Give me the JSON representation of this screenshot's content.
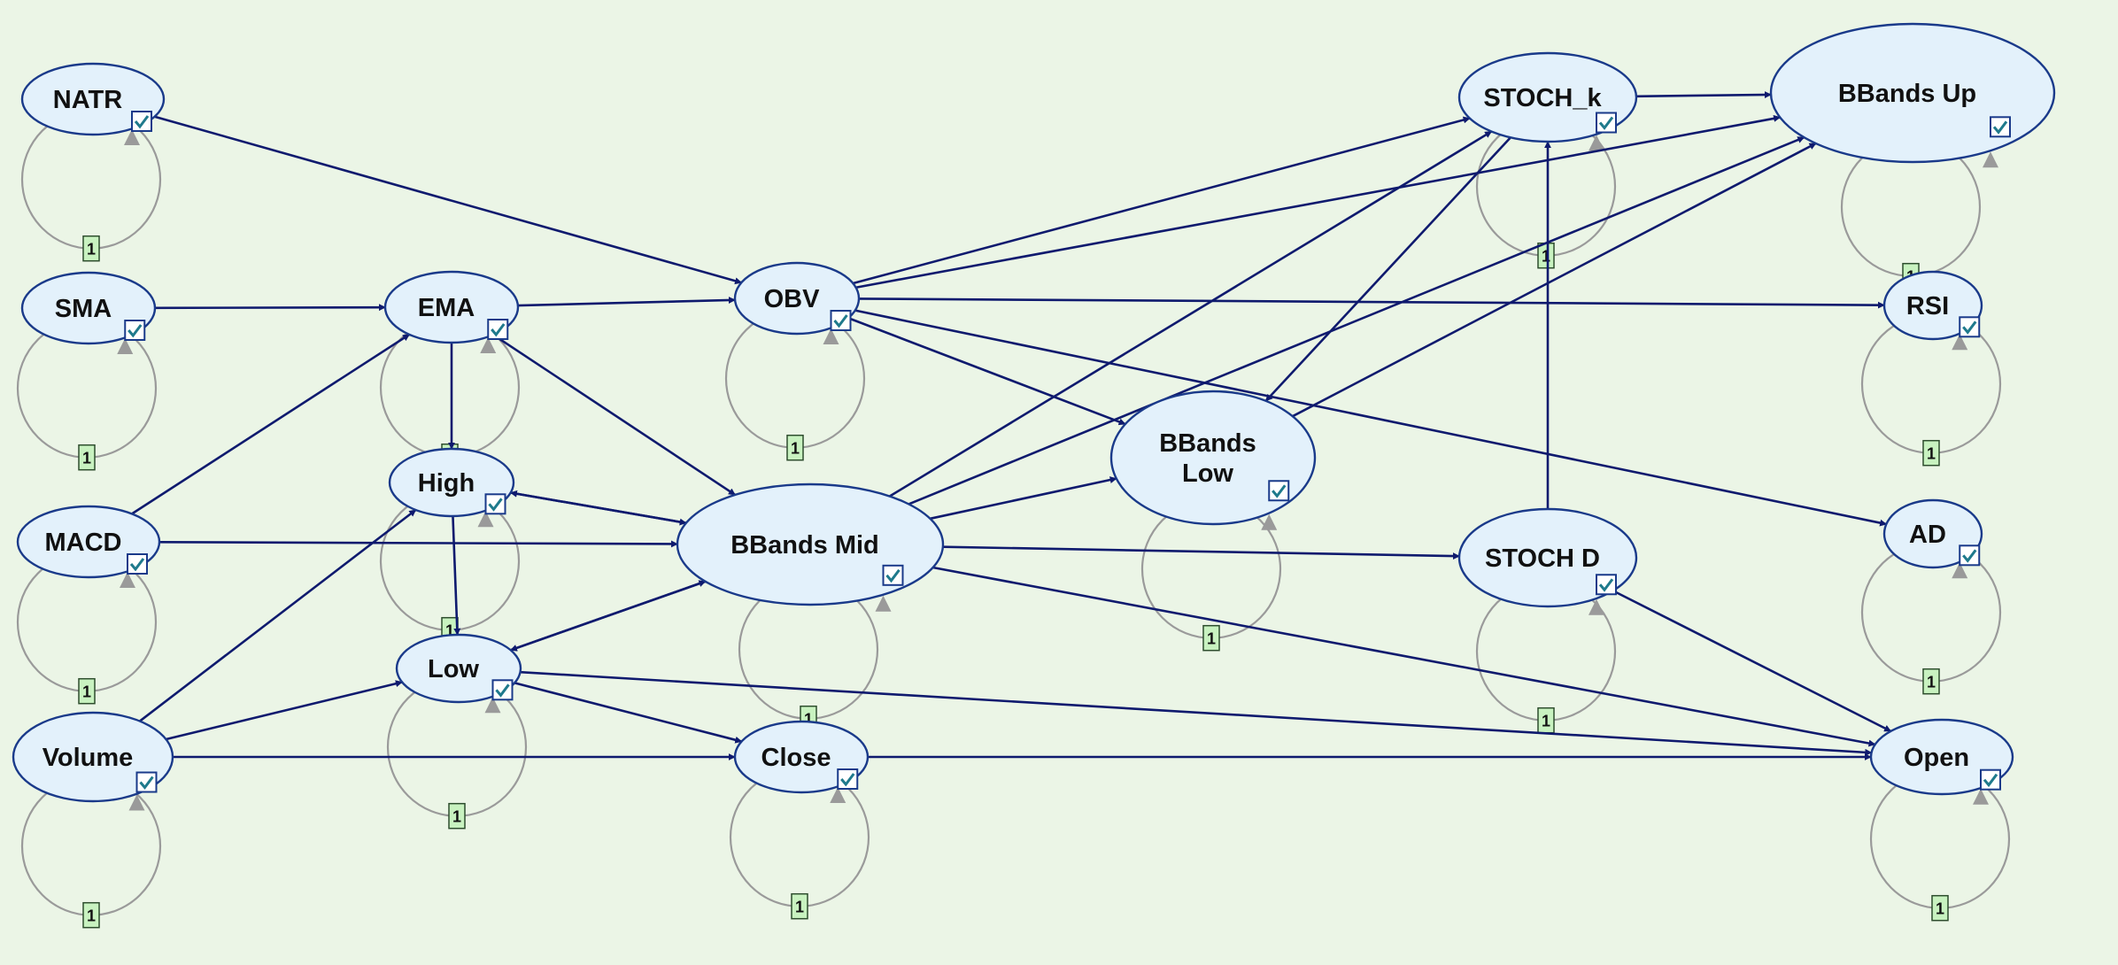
{
  "nodes": [
    {
      "id": "natr",
      "label": "NATR"
    },
    {
      "id": "sma",
      "label": "SMA"
    },
    {
      "id": "macd",
      "label": "MACD"
    },
    {
      "id": "volume",
      "label": "Volume"
    },
    {
      "id": "ema",
      "label": "EMA"
    },
    {
      "id": "high",
      "label": "High"
    },
    {
      "id": "low",
      "label": "Low"
    },
    {
      "id": "obv",
      "label": "OBV"
    },
    {
      "id": "bbmid",
      "label": "BBands Mid"
    },
    {
      "id": "close",
      "label": "Close"
    },
    {
      "id": "bblow",
      "label": "BBands\nLow"
    },
    {
      "id": "stochk",
      "label": "STOCH_k"
    },
    {
      "id": "stochd",
      "label": "STOCH D"
    },
    {
      "id": "bbup",
      "label": "BBands Up"
    },
    {
      "id": "rsi",
      "label": "RSI"
    },
    {
      "id": "ad",
      "label": "AD"
    },
    {
      "id": "open",
      "label": "Open"
    }
  ],
  "edges": [
    [
      "natr",
      "obv"
    ],
    [
      "sma",
      "ema"
    ],
    [
      "ema",
      "obv"
    ],
    [
      "macd",
      "ema"
    ],
    [
      "macd",
      "bbmid"
    ],
    [
      "volume",
      "high"
    ],
    [
      "volume",
      "low"
    ],
    [
      "volume",
      "close"
    ],
    [
      "ema",
      "high"
    ],
    [
      "ema",
      "bbmid"
    ],
    [
      "high",
      "low"
    ],
    [
      "high",
      "bbmid"
    ],
    [
      "bbmid",
      "high"
    ],
    [
      "bbmid",
      "low"
    ],
    [
      "low",
      "bbmid"
    ],
    [
      "low",
      "close"
    ],
    [
      "low",
      "open"
    ],
    [
      "close",
      "open"
    ],
    [
      "obv",
      "stochk"
    ],
    [
      "obv",
      "bbup"
    ],
    [
      "obv",
      "rsi"
    ],
    [
      "obv",
      "bblow"
    ],
    [
      "obv",
      "ad"
    ],
    [
      "bbmid",
      "stochk"
    ],
    [
      "bbmid",
      "bbup"
    ],
    [
      "bbmid",
      "bblow"
    ],
    [
      "bbmid",
      "stochd"
    ],
    [
      "bbmid",
      "open"
    ],
    [
      "stochk",
      "bbup"
    ],
    [
      "stochk",
      "bblow"
    ],
    [
      "bblow",
      "bbup"
    ],
    [
      "stochd",
      "stochk"
    ],
    [
      "stochd",
      "open"
    ]
  ],
  "loop_badge": "1",
  "colors": {
    "background": "#ebf5e6",
    "node_fill": "#e3f1fb",
    "node_stroke": "#1a3a8a",
    "edge": "#0f1a6e",
    "loop": "#9a9a9a",
    "badge_fill": "#c8f2c0"
  }
}
